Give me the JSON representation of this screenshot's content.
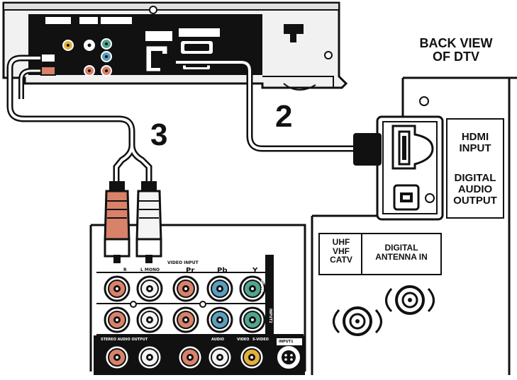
{
  "labels": {
    "back_view_line1": "BACK VIEW",
    "back_view_line2": "OF DTV",
    "hdmi_input_line1": "HDMI",
    "hdmi_input_line2": "INPUT",
    "digital_audio_line1": "DIGITAL",
    "digital_audio_line2": "AUDIO",
    "digital_audio_line3": "OUTPUT",
    "uhf": "UHF",
    "vhf": "VHF",
    "catv": "CATV",
    "digital_antenna_line1": "DIGITAL",
    "digital_antenna_line2": "ANTENNA IN",
    "video_input": "VIDEO INPUT",
    "pr": "Pr",
    "pb": "Pb",
    "y": "Y",
    "input1": "INPUT1",
    "input2": "INPUT2",
    "input_3": "INPUT3",
    "audio": "AUDIO",
    "video": "VIDEO",
    "svideo": "S-VIDEO",
    "r": "R",
    "l_mono": "L MONO",
    "stereo_audio_output": "STEREO AUDIO OUTPUT"
  },
  "steps": {
    "step2": "2",
    "step3": "3"
  },
  "colors": {
    "red_jack": "#d9826a",
    "blue_jack": "#5a9fbf",
    "green_jack": "#4fa58f",
    "yellow_jack": "#e2b03c",
    "white_jack": "#f4f4f4",
    "panel_dark": "#111111"
  }
}
